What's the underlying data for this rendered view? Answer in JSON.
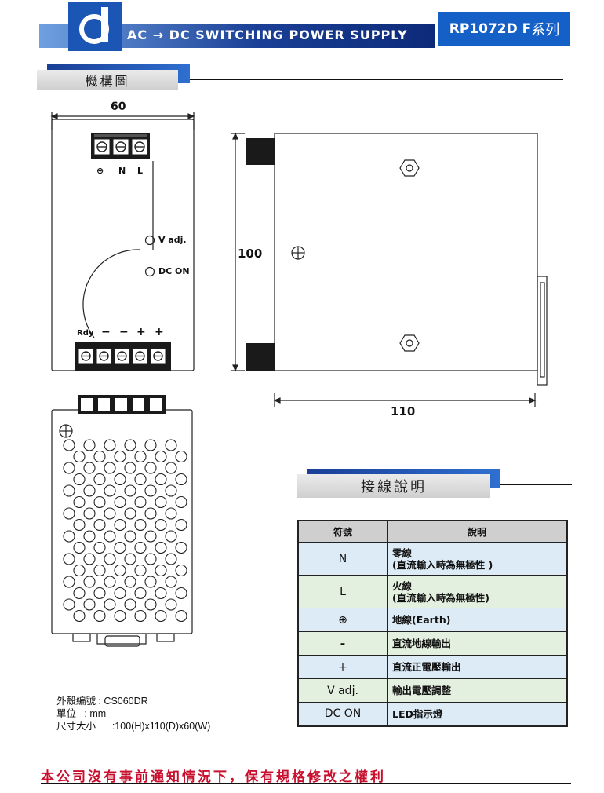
{
  "header": {
    "title": "AC → DC  SWITCHING  POWER  SUPPLY",
    "model": "RP1072D F",
    "series_suffix": "系列",
    "brand_color": "#1560c7"
  },
  "sections": {
    "mechanical": "機構圖",
    "wiring": "接線說明"
  },
  "drawing": {
    "front": {
      "width_dim": "60",
      "input_labels": [
        "⊕",
        "N",
        "L"
      ],
      "vadj_label": "V adj.",
      "dcon_label": "DC ON",
      "output_labels": [
        "Rdy",
        "−",
        "−",
        "+",
        "+"
      ]
    },
    "side": {
      "height_dim": "100",
      "depth_dim": "110",
      "ground_symbol": "⊕"
    },
    "bottom": {
      "ground_symbol": "⊕"
    }
  },
  "table": {
    "headers": [
      "符號",
      "說明"
    ],
    "rows": [
      {
        "symbol": "N",
        "desc": "零線\n(直流輸入時為無極性 )",
        "tone": "blue"
      },
      {
        "symbol": "L",
        "desc": "火線\n(直流輸入時為無極性)",
        "tone": "green"
      },
      {
        "symbol": "⊕",
        "desc": "地線(Earth)",
        "tone": "blue"
      },
      {
        "symbol": "-",
        "desc": "直流地線輸出",
        "tone": "green"
      },
      {
        "symbol": "+",
        "desc": "直流正電壓輸出",
        "tone": "blue"
      },
      {
        "symbol": "V adj.",
        "desc": "輸出電壓調整",
        "tone": "green"
      },
      {
        "symbol": "DC ON",
        "desc": "LED指示燈",
        "tone": "blue"
      }
    ]
  },
  "specs": [
    "外殼編號 : CS060DR",
    "單位   : mm",
    "尺寸大小      :100(H)x110(D)x60(W)"
  ],
  "footer": "本公司沒有事前通知情況下，保有規格修改之權利"
}
